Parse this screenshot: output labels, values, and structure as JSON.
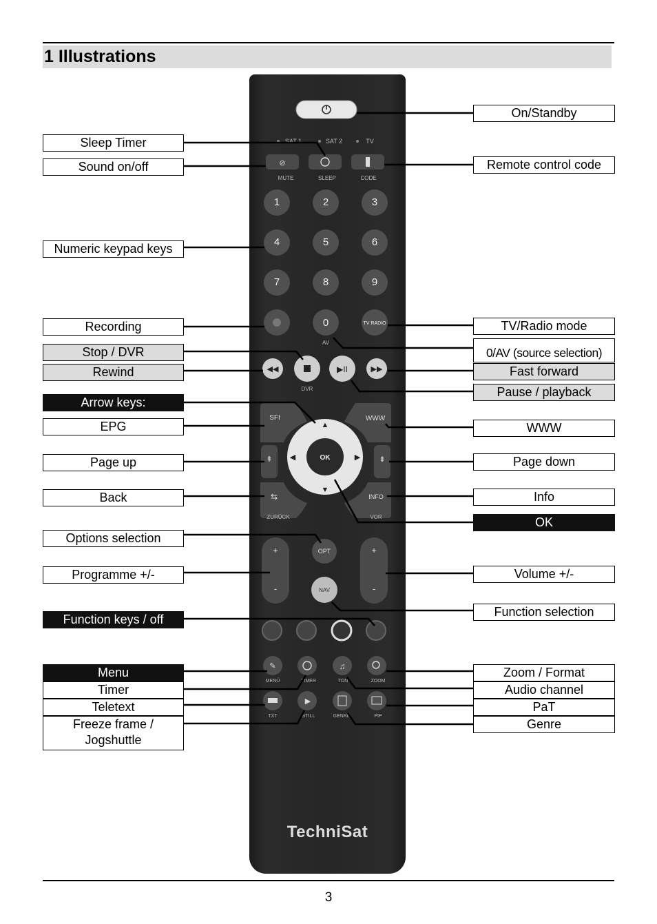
{
  "section_title": "1 Illustrations",
  "page_number": "3",
  "brand": "TechniSat",
  "left_labels": {
    "sleep_timer": "Sleep Timer",
    "sound": "Sound on/off",
    "numeric": "Numeric keypad keys",
    "recording": "Recording",
    "stop_dvr": "Stop / DVR",
    "rewind": "Rewind",
    "arrow_keys": "Arrow keys:",
    "epg": "EPG",
    "page_up": "Page up",
    "back": "Back",
    "options": "Options selection",
    "programme": "Programme +/-",
    "function_keys": "Function keys / off",
    "menu": "Menu",
    "timer": "Timer",
    "teletext": "Teletext",
    "freeze": "Freeze frame / Jogshuttle"
  },
  "right_labels": {
    "on_standby": "On/Standby",
    "remote_code": "Remote control code",
    "tv_radio": "TV/Radio mode",
    "av": "0/AV (source selection)",
    "fast_forward": "Fast forward",
    "pause": "Pause / playback",
    "www": "WWW",
    "page_down": "Page down",
    "info": "Info",
    "ok": "OK",
    "volume": "Volume +/-",
    "function_selection": "Function selection",
    "zoom": "Zoom / Format",
    "audio": "Audio channel",
    "pat": "PaT",
    "genre": "Genre"
  },
  "remote_keys": {
    "sat1": "SAT 1",
    "sat2": "SAT 2",
    "tv": "TV",
    "mute": "MUTE",
    "sleep": "SLEEP",
    "code": "CODE",
    "digits": [
      "1",
      "2",
      "3",
      "4",
      "5",
      "6",
      "7",
      "8",
      "9",
      "0"
    ],
    "tv_radio": "TV RADIO",
    "av": "AV",
    "dvr": "DVR",
    "sfi": "SFI",
    "www": "WWW",
    "ok": "OK",
    "info": "INFO",
    "zuruck": "ZURÜCK",
    "vor": "VOR",
    "opt": "OPT",
    "nav": "NAV",
    "plus": "+",
    "minus": "-",
    "menu": "MENÜ",
    "timer": "TIMER",
    "ton": "TON",
    "zoom": "ZOOM",
    "txt": "TXT",
    "still": "STILL",
    "genre": "GENRE",
    "pip": "PIP"
  }
}
